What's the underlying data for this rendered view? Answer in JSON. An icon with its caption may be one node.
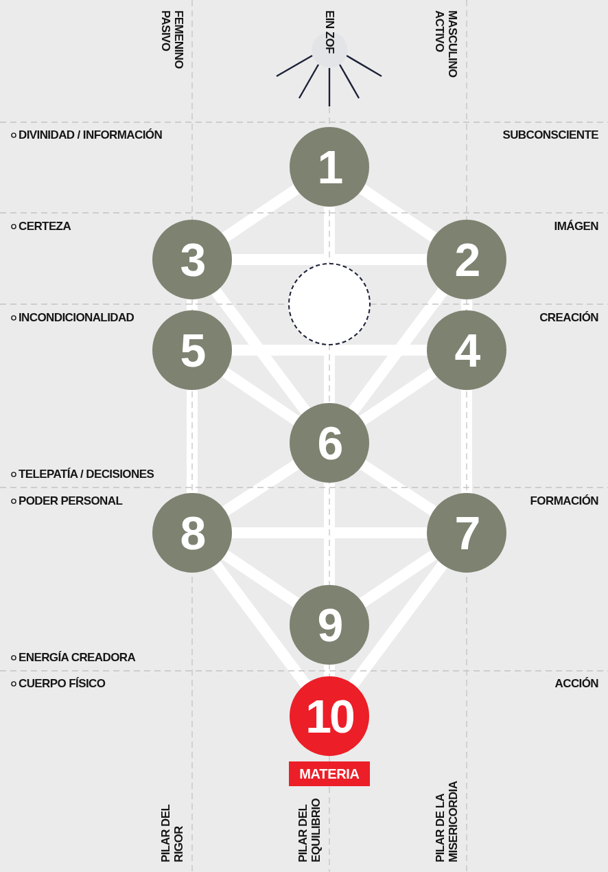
{
  "diagram": {
    "nodes": [
      {
        "text": [
          "EIN ZOF"
        ]
      },
      {
        "text": [
          "1"
        ]
      },
      {
        "text": [
          "3"
        ]
      },
      {
        "text": [
          "2"
        ]
      },
      {
        "text": [],
        "shape": "circle"
      },
      {
        "text": [
          "5"
        ]
      },
      {
        "text": [
          "4"
        ]
      },
      {
        "text": [
          "6"
        ]
      },
      {
        "text": [
          "8"
        ]
      },
      {
        "text": [
          "7"
        ]
      },
      {
        "text": [
          "9"
        ]
      },
      {
        "text": [
          "10"
        ]
      },
      {
        "text": [
          "MATERIA"
        ]
      }
    ],
    "edges": [
      {
        "from": 1,
        "to": 2,
        "arrow": "none"
      },
      {
        "from": 1,
        "to": 3,
        "arrow": "none"
      },
      {
        "from": 1,
        "to": 4,
        "arrow": "none"
      },
      {
        "from": 2,
        "to": 3,
        "arrow": "none"
      },
      {
        "from": 2,
        "to": 5,
        "arrow": "none"
      },
      {
        "from": 2,
        "to": 7,
        "arrow": "none"
      },
      {
        "from": 3,
        "to": 6,
        "arrow": "none"
      },
      {
        "from": 3,
        "to": 7,
        "arrow": "none"
      },
      {
        "from": 4,
        "to": 7,
        "arrow": "none"
      },
      {
        "from": 5,
        "to": 6,
        "arrow": "none"
      },
      {
        "from": 5,
        "to": 7,
        "arrow": "none"
      },
      {
        "from": 6,
        "to": 7,
        "arrow": "none"
      },
      {
        "from": 5,
        "to": 8,
        "arrow": "none"
      },
      {
        "from": 6,
        "to": 9,
        "arrow": "none"
      },
      {
        "from": 7,
        "to": 8,
        "arrow": "none"
      },
      {
        "from": 7,
        "to": 9,
        "arrow": "none"
      },
      {
        "from": 7,
        "to": 10,
        "arrow": "none"
      },
      {
        "from": 8,
        "to": 9,
        "arrow": "none"
      },
      {
        "from": 8,
        "to": 10,
        "arrow": "none"
      },
      {
        "from": 9,
        "to": 10,
        "arrow": "none"
      },
      {
        "from": 8,
        "to": 11,
        "arrow": "none"
      },
      {
        "from": 9,
        "to": 11,
        "arrow": "none"
      },
      {
        "from": 10,
        "to": 11,
        "arrow": "none"
      }
    ],
    "labels": [
      "FEMENINO PASIVO",
      "MASCULINO ACTIVO",
      "DIVINIDAD / INFORMACIÓN",
      "SUBCONSCIENTE",
      "CERTEZA",
      "IMÁGEN",
      "INCONDICIONALIDAD",
      "CREACIÓN",
      "TELEPATÍA / DECISIONES",
      "PODER PERSONAL",
      "FORMACIÓN",
      "ENERGÍA CREADORA",
      "CUERPO FÍSICO",
      "ACCIÓN",
      "PILAR DEL RIGOR",
      "PILAR DEL EQUILIBRIO",
      "PILAR DE LA MISERICORDIA"
    ]
  }
}
